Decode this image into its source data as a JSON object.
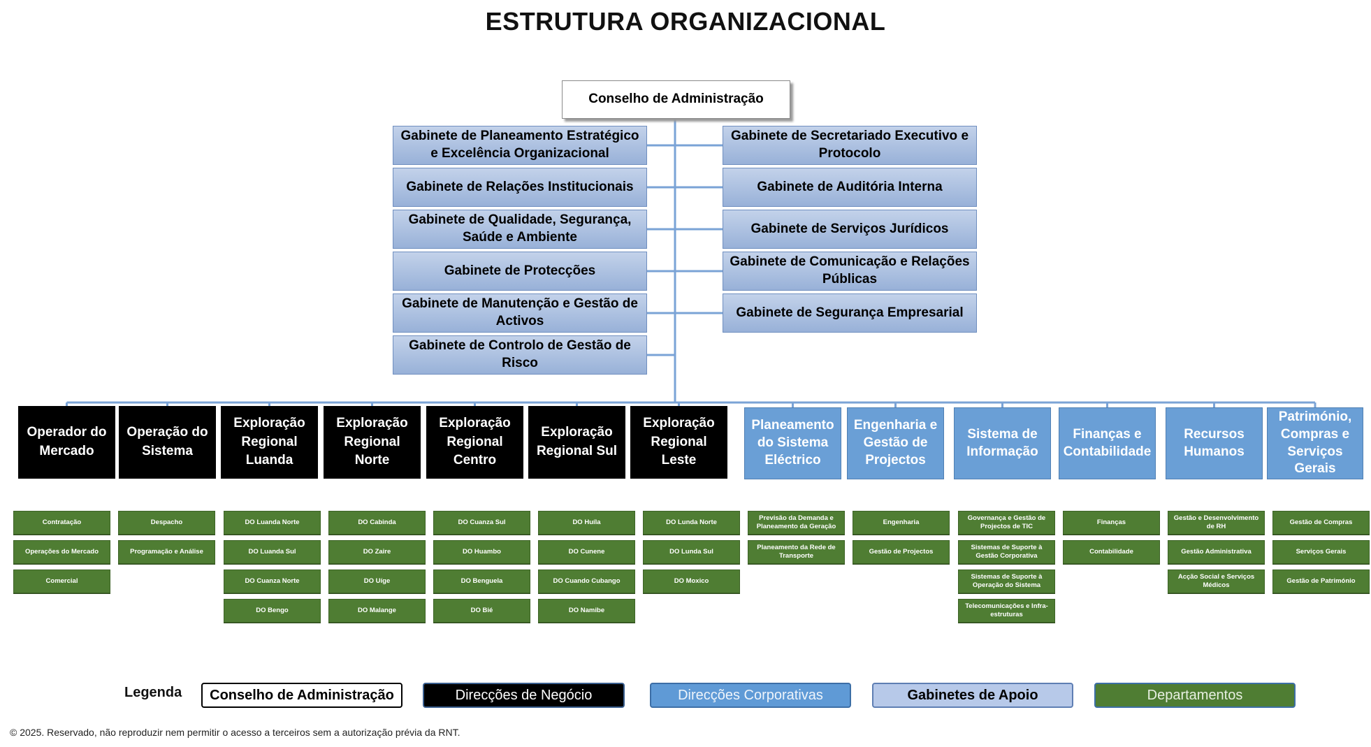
{
  "title": "ESTRUTURA ORGANIZACIONAL",
  "board": "Conselho de Administração",
  "gabinetes_left": [
    "Gabinete de Planeamento Estratégico e Excelência Organizacional",
    "Gabinete de Relações Institucionais",
    "Gabinete de Qualidade, Segurança, Saúde e Ambiente",
    "Gabinete de Protecções",
    "Gabinete de Manutenção e Gestão de Activos",
    "Gabinete de Controlo de Gestão de Risco"
  ],
  "gabinetes_right": [
    "Gabinete de Secretariado Executivo e Protocolo",
    "Gabinete de Auditória Interna",
    "Gabinete de Serviços Jurídicos",
    "Gabinete de Comunicação e Relações Públicas",
    "Gabinete de Segurança Empresarial"
  ],
  "direccoes": [
    {
      "name": "Operador do Mercado",
      "type": "business",
      "departments": [
        "Contratação",
        "Operações do Mercado",
        "Comercial"
      ]
    },
    {
      "name": "Operação do Sistema",
      "type": "business",
      "departments": [
        "Despacho",
        "Programação e Análise"
      ]
    },
    {
      "name": "Exploração Regional Luanda",
      "type": "business",
      "departments": [
        "DO Luanda Norte",
        "DO Luanda Sul",
        "DO Cuanza Norte",
        "DO Bengo"
      ]
    },
    {
      "name": "Exploração Regional Norte",
      "type": "business",
      "departments": [
        "DO Cabinda",
        "DO Zaire",
        "DO Uíge",
        "DO Malange"
      ]
    },
    {
      "name": "Exploração Regional Centro",
      "type": "business",
      "departments": [
        "DO Cuanza Sul",
        "DO Huambo",
        "DO Benguela",
        "DO Bié"
      ]
    },
    {
      "name": "Exploração Regional Sul",
      "type": "business",
      "departments": [
        "DO Huíla",
        "DO Cunene",
        "DO Cuando Cubango",
        "DO Namibe"
      ]
    },
    {
      "name": "Exploração Regional Leste",
      "type": "business",
      "departments": [
        "DO Lunda Norte",
        "DO Lunda Sul",
        "DO Moxico"
      ]
    },
    {
      "name": "Planeamento do Sistema Eléctrico",
      "type": "corporate",
      "departments": [
        "Previsão da Demanda e Planeamento da Geração",
        "Planeamento da Rede de Transporte"
      ]
    },
    {
      "name": "Engenharia e Gestão de Projectos",
      "type": "corporate",
      "departments": [
        "Engenharia",
        "Gestão de Projectos"
      ]
    },
    {
      "name": "Sistema de Informação",
      "type": "corporate",
      "departments": [
        "Governança e Gestão de Projectos de TIC",
        "Sistemas de Suporte à Gestão Corporativa",
        "Sistemas de Suporte à Operação do Sistema",
        "Telecomunicações e Infra-estruturas"
      ]
    },
    {
      "name": "Finanças e Contabilidade",
      "type": "corporate",
      "departments": [
        "Finanças",
        "Contabilidade"
      ]
    },
    {
      "name": "Recursos Humanos",
      "type": "corporate",
      "departments": [
        "Gestão e Desenvolvimento de RH",
        "Gestão Administrativa",
        "Acção Social e Serviços Médicos"
      ]
    },
    {
      "name": "Património, Compras e Serviços Gerais",
      "type": "corporate",
      "departments": [
        "Gestão de Compras",
        "Serviços Gerais",
        "Gestão de Património"
      ]
    }
  ],
  "legend": {
    "label": "Legenda",
    "board": "Conselho de Administração",
    "business": "Direcções de Negócio",
    "corporate": "Direcções Corporativas",
    "gabinetes": "Gabinetes de Apoio",
    "departments": "Departamentos"
  },
  "copyright": "© 2025. Reservado, não reproduzir nem permitir o acesso a terceiros sem a autorização prévia da RNT.",
  "colors": {
    "business": "#000000",
    "corporate": "#6a9fd6",
    "gabinete": "#a9bfe2",
    "department": "#4f7d33",
    "connector": "#7aa3d6"
  }
}
